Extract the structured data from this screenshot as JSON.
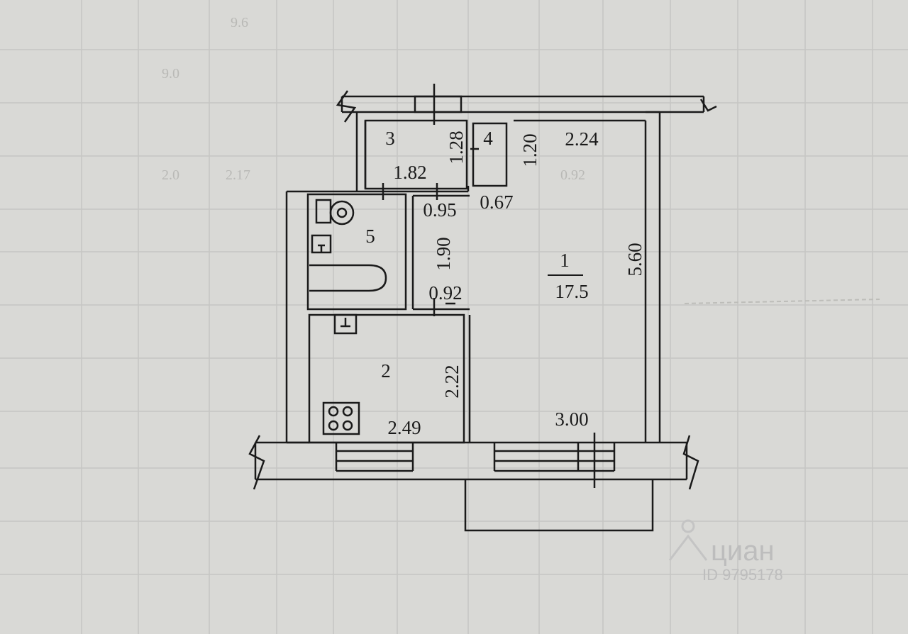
{
  "plan": {
    "rooms": [
      {
        "id": "room-1",
        "number": "1",
        "area": "17.5"
      },
      {
        "id": "room-2",
        "number": "2"
      },
      {
        "id": "room-3",
        "number": "3"
      },
      {
        "id": "room-4",
        "number": "4"
      },
      {
        "id": "room-5",
        "number": "5"
      }
    ],
    "dimensions": {
      "d_3_00": "3.00",
      "d_5_60": "5.60",
      "d_2_24": "2.24",
      "d_1_20": "1.20",
      "d_1_82": "1.82",
      "d_1_28": "1.28",
      "d_0_95": "0.95",
      "d_0_67": "0.67",
      "d_1_90": "1.90",
      "d_0_92": "0.92",
      "d_2_22": "2.22",
      "d_2_49": "2.49"
    }
  },
  "faint_text": {
    "t1": "9.6",
    "t2": "9.0",
    "t3": "2.0",
    "t4": "2.17",
    "t5": "0.92"
  },
  "watermark": {
    "brand": "циан",
    "listing_id": "ID 9795178"
  },
  "colors": {
    "paper": "#d9d9d6",
    "grid": "#c6c6c3",
    "ink": "#1a1a1a"
  }
}
